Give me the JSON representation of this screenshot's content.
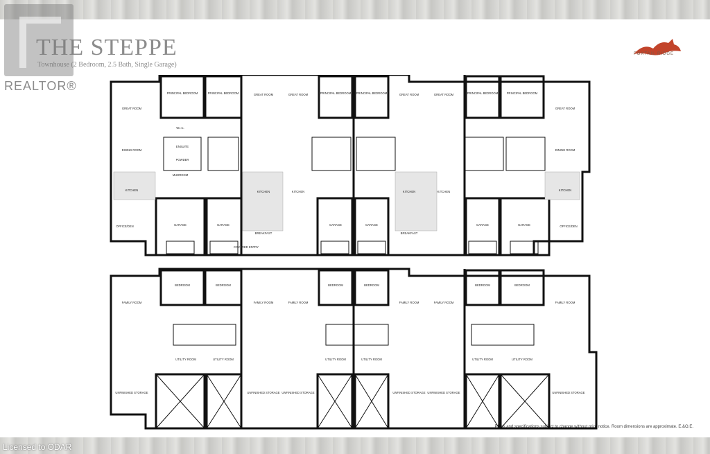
{
  "header": {
    "title": "THE STEPPE",
    "subtitle": "Townhouse (2 Bedroom, 2.5 Bath, Single Garage)"
  },
  "brand": {
    "logo_icon": "fox-icon",
    "logo_text": "FOXTAIL RIDGE",
    "logo_color": "#c2442b"
  },
  "watermark": {
    "realtor_text": "REALTOR®",
    "license_text": "Licensed to ODAR"
  },
  "footer": {
    "disclaimer": "Plans and specifications subject to change without prior notice. Room dimensions are approximate. E.&O.E."
  },
  "main_floor": {
    "rooms": {
      "great_room": "GREAT ROOM",
      "principal_bedroom": "PRINCIPAL BEDROOM",
      "dining_room": "DINING ROOM",
      "kitchen": "KITCHEN",
      "garage": "GARAGE",
      "office_den": "OFFICE/DEN",
      "breakfast": "BREAKFAST",
      "ensuite": "ENSUITE",
      "powder": "POWDER",
      "mudroom": "MUDROOM",
      "wic": "W.I.C.",
      "covered_entry": "COVERED ENTRY"
    }
  },
  "lower_floor": {
    "rooms": {
      "bedroom": "BEDROOM",
      "family_room": "FAMILY ROOM",
      "utility_room": "UTILITY ROOM",
      "unfinished_storage": "UNFINISHED STORAGE"
    }
  }
}
